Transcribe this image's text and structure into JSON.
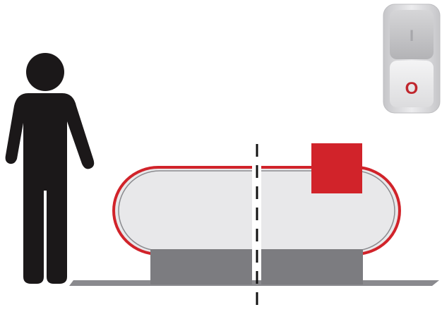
{
  "power_switch": {
    "on_label": "I",
    "off_label": "O",
    "state": "off"
  },
  "colors": {
    "figure": "#1b1819",
    "vessel_fill": "#e8e8ea",
    "vessel_outline": "#d1232a",
    "vessel_inner_line": "#8b8b8f",
    "saddle_support": "#7c7c80",
    "ground": "#8a8a8e",
    "warning_square": "#d1232a",
    "centerline": "#111111",
    "switch_body": "#dadadc",
    "switch_off_label": "#c0262d",
    "switch_on_label": "#a7a7ab"
  }
}
